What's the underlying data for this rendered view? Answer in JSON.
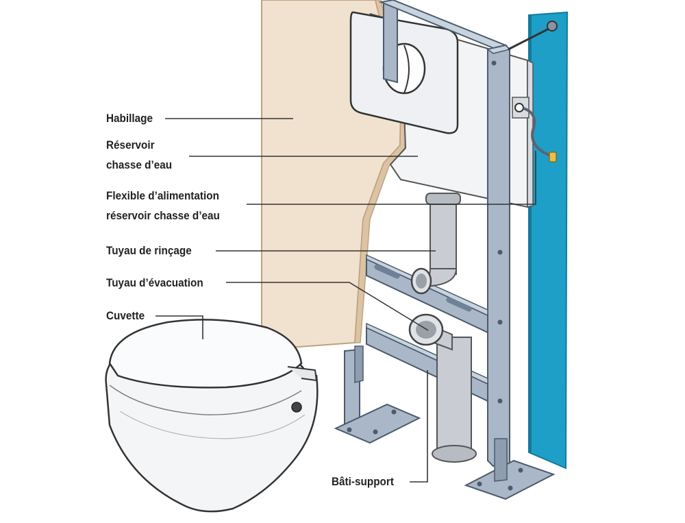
{
  "labels": {
    "habillage": "Habillage",
    "reservoir_line1": "Réservoir",
    "reservoir_line2": "chasse d’eau",
    "flexible_line1": "Flexible d’alimentation",
    "flexible_line2": "réservoir chasse d’eau",
    "tuyau_rincage": "Tuyau de rinçage",
    "tuyau_evacuation": "Tuyau d’évacuation",
    "cuvette": "Cuvette",
    "bati_support": "Bâti-support"
  },
  "colors": {
    "wall_panel": "#f1e2cf",
    "wall_edge": "#dcc3a3",
    "frame_steel": "#a9b7c9",
    "frame_steel_dark": "#6f8196",
    "cistern": "#f3f4f6",
    "pipe": "#c9cdd3",
    "blue_wall": "#1e9fc8",
    "ceramic": "#f4f5f7",
    "leader_line": "#333333",
    "text": "#222222"
  },
  "icons": {
    "flush_plate": "flush-plate-icon",
    "water_valve": "water-valve-icon"
  }
}
